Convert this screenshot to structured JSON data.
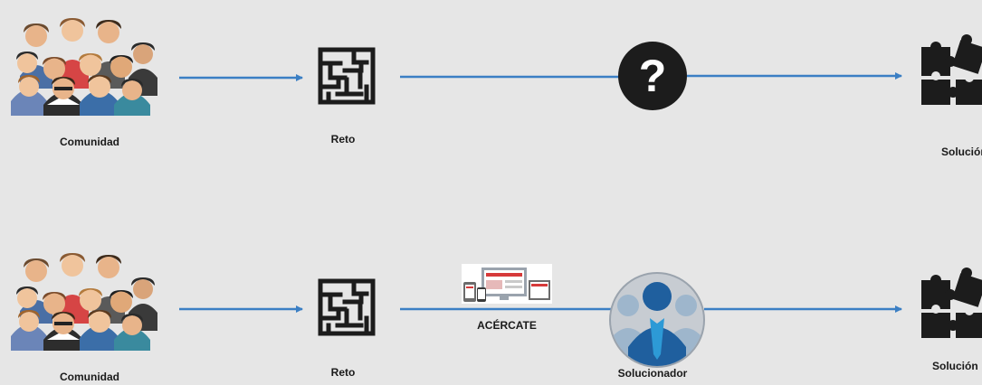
{
  "flows": [
    {
      "community_label": "Comunidad",
      "challenge_label": "Reto",
      "middle": "question",
      "solution_label": "Solución"
    },
    {
      "community_label": "Comunidad",
      "challenge_label": "Reto",
      "middle": "solver",
      "website_label": "ACÉRCATE",
      "solver_label": "Solucionador",
      "solution_label": "Solución"
    }
  ],
  "colors": {
    "arrow": "#3b7fc4",
    "background": "#e6e6e6",
    "icon_dark": "#1c1c1c",
    "accent_red": "#d63a3a"
  },
  "icons": [
    "community-crowd-icon",
    "maze-icon",
    "question-mark-icon",
    "puzzle-icon",
    "website-devices-icon",
    "solver-avatar-icon"
  ]
}
